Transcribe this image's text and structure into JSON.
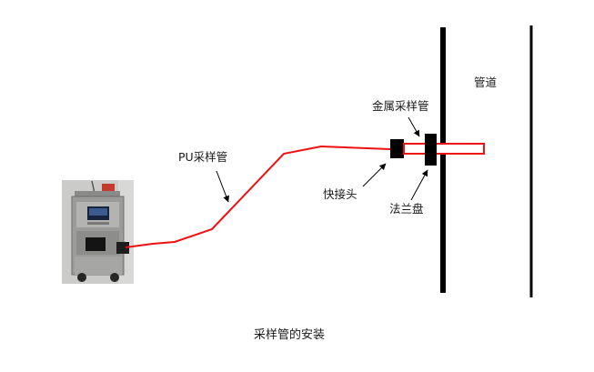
{
  "title": "采样管的安装",
  "labels": {
    "pu_tube": "PU采样管",
    "metal_tube": "金属采样管",
    "pipeline": "管道",
    "quick_connector": "快接头",
    "flange": "法兰盘"
  },
  "icons": {
    "instrument_photo": "gas-analyzer-cart-photo",
    "arrowhead": "black-pointer-arrow"
  },
  "colors": {
    "tube": "#ee1111",
    "structure": "#000000",
    "background": "#ffffff",
    "text": "#1a1a1a"
  }
}
